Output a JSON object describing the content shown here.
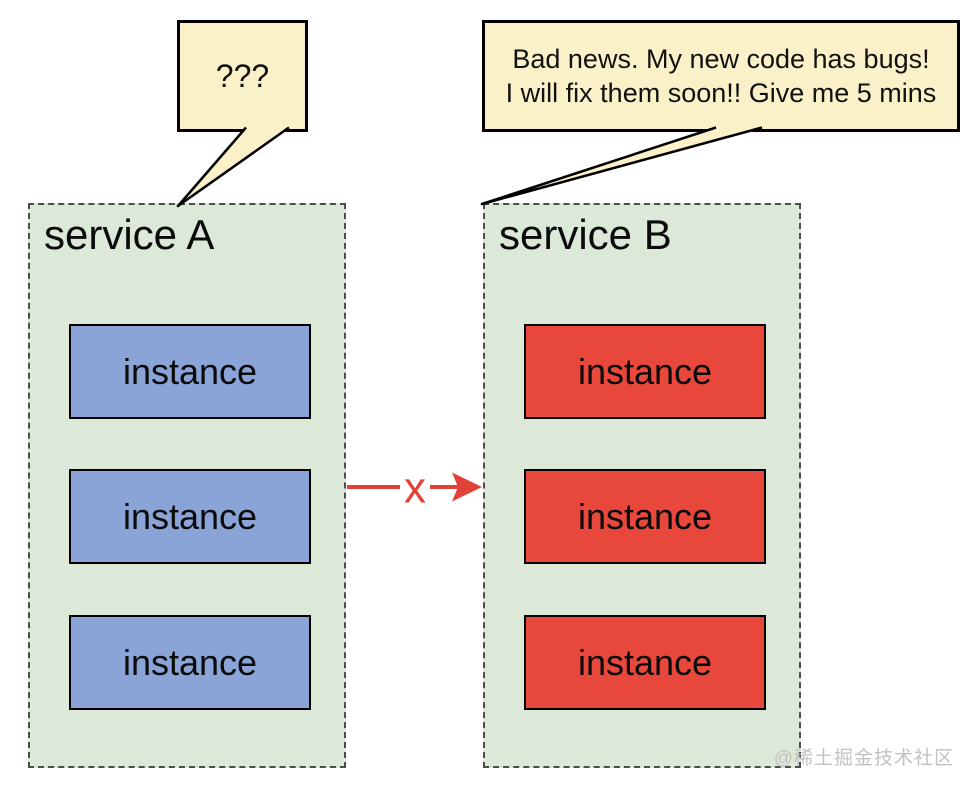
{
  "bubbles": {
    "question": {
      "text": "???",
      "fill": "#FAF1C9"
    },
    "news": {
      "line1": "Bad news. My new code has bugs!",
      "line2": "I will fix them soon!! Give me 5 mins",
      "fill": "#FAF1C9"
    }
  },
  "services": {
    "a": {
      "title": "service A",
      "fill": "#DCE8D8",
      "instance_fill": "#8AA4D8",
      "instances": [
        "instance",
        "instance",
        "instance"
      ]
    },
    "b": {
      "title": "service B",
      "fill": "#DCE8D8",
      "instance_fill": "#E8473C",
      "instances": [
        "instance",
        "instance",
        "instance"
      ]
    }
  },
  "connection": {
    "label": "x",
    "color": "#E34138"
  },
  "watermark": {
    "text": "@稀土掘金技术社区",
    "color": "#C2C2C2"
  },
  "colors": {
    "container_border": "#4D4D4D",
    "box_border": "#000000",
    "background": "#FFFFFF"
  }
}
